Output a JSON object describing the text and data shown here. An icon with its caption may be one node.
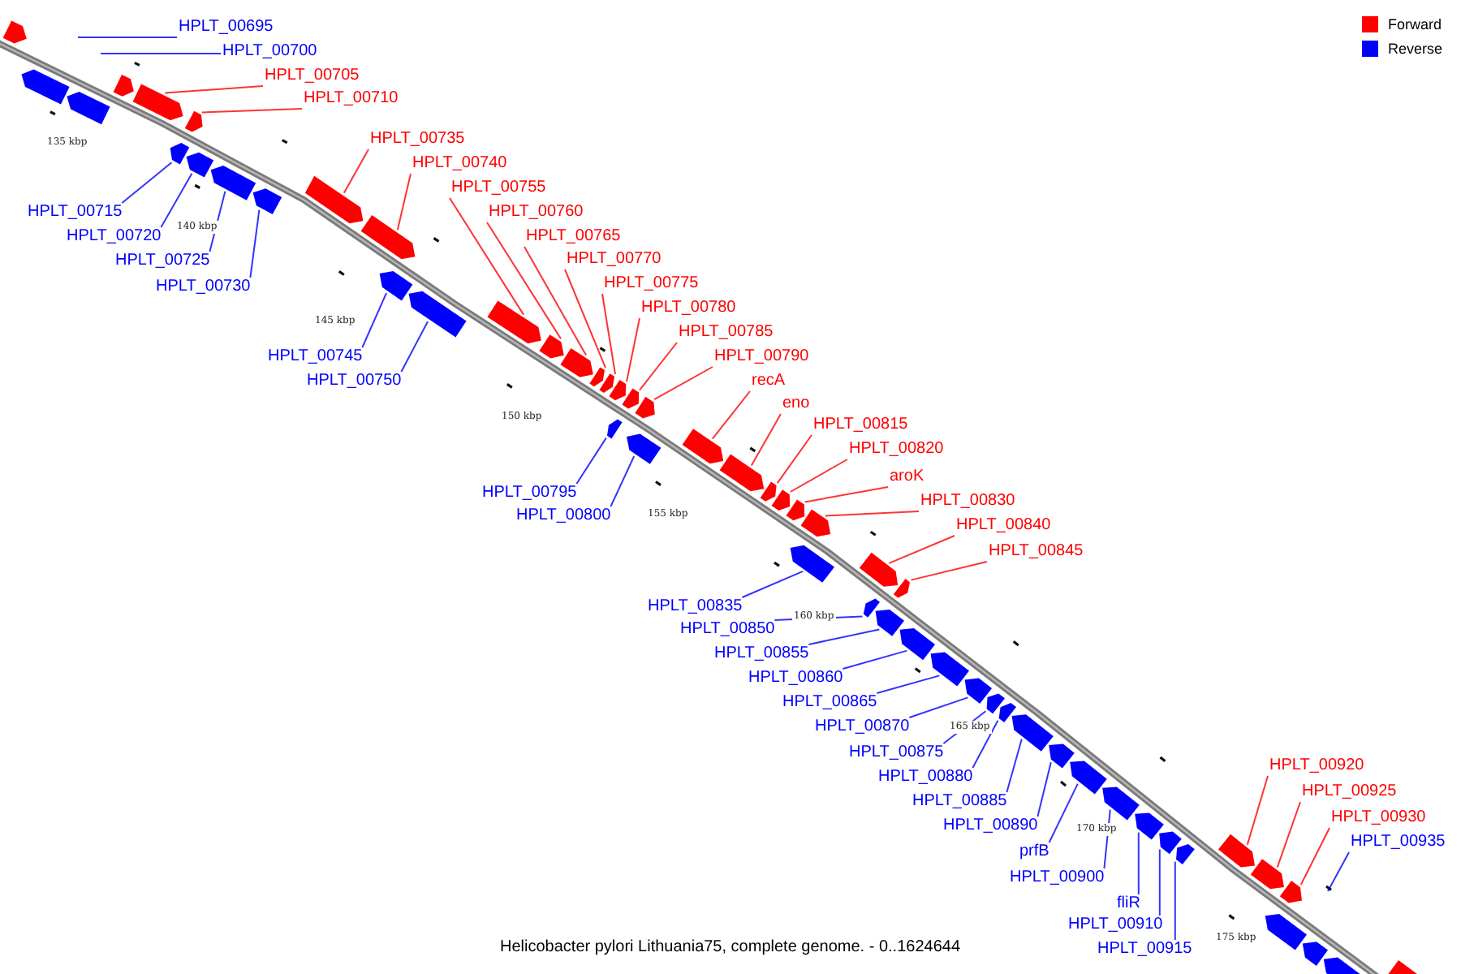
{
  "diagram": {
    "caption": "Helicobacter pylori Lithuania75, complete genome. - 0..1624644",
    "nodes": [
      {
        "text": [
          "HPLT_00695"
        ]
      },
      {
        "text": [
          "HPLT_00700"
        ]
      },
      {
        "text": [
          "HPLT_00705"
        ]
      },
      {
        "text": [
          "HPLT_00710"
        ]
      },
      {
        "text": [
          "HPLT_00735"
        ]
      },
      {
        "text": [
          "HPLT_00740"
        ]
      },
      {
        "text": [
          "HPLT_00755"
        ]
      },
      {
        "text": [
          "HPLT_00715"
        ]
      },
      {
        "text": [
          "HPLT_00760"
        ]
      },
      {
        "text": [
          "HPLT_00720"
        ]
      },
      {
        "text": [
          "HPLT_00765"
        ]
      },
      {
        "text": [
          "HPLT_00725"
        ]
      },
      {
        "text": [
          "HPLT_00770"
        ]
      },
      {
        "text": [
          "HPLT_00775"
        ]
      },
      {
        "text": [
          "HPLT_00730"
        ]
      },
      {
        "text": [
          "HPLT_00780"
        ]
      },
      {
        "text": [
          "HPLT_00785"
        ]
      },
      {
        "text": [
          "HPLT_00745"
        ]
      },
      {
        "text": [
          "HPLT_00790"
        ]
      },
      {
        "text": [
          "HPLT_00750"
        ]
      },
      {
        "text": [
          "recA"
        ]
      },
      {
        "text": [
          "eno"
        ]
      },
      {
        "text": [
          "HPLT_00815"
        ]
      },
      {
        "text": [
          "HPLT_00820"
        ]
      },
      {
        "text": [
          "aroK"
        ]
      },
      {
        "text": [
          "HPLT_00795"
        ]
      },
      {
        "text": [
          "HPLT_00830"
        ]
      },
      {
        "text": [
          "HPLT_00800"
        ]
      },
      {
        "text": [
          "HPLT_00840"
        ]
      },
      {
        "text": [
          "HPLT_00845"
        ]
      },
      {
        "text": [
          "HPLT_00835"
        ]
      },
      {
        "text": [
          "HPLT_00850"
        ]
      },
      {
        "text": [
          "HPLT_00855"
        ]
      },
      {
        "text": [
          "HPLT_00860"
        ]
      },
      {
        "text": [
          "HPLT_00865"
        ]
      },
      {
        "text": [
          "HPLT_00870"
        ]
      },
      {
        "text": [
          "HPLT_00875"
        ]
      },
      {
        "text": [
          "HPLT_00920"
        ]
      },
      {
        "text": [
          "HPLT_00880"
        ]
      },
      {
        "text": [
          "HPLT_00925"
        ]
      },
      {
        "text": [
          "HPLT_00885"
        ]
      },
      {
        "text": [
          "HPLT_00930"
        ]
      },
      {
        "text": [
          "HPLT_00890"
        ]
      },
      {
        "text": [
          "HPLT_00935"
        ]
      },
      {
        "text": [
          "prfB"
        ]
      },
      {
        "text": [
          "HPLT_00900"
        ]
      },
      {
        "text": [
          "fliR"
        ]
      },
      {
        "text": [
          "HPLT_00910"
        ]
      },
      {
        "text": [
          "HPLT_00915"
        ]
      },
      {
        "text": [],
        "shape": "box"
      },
      {
        "text": [],
        "shape": "box"
      },
      {
        "text": [],
        "shape": "box"
      },
      {
        "text": [],
        "shape": "box"
      },
      {
        "text": [],
        "shape": "box"
      },
      {
        "text": [],
        "shape": "box"
      },
      {
        "text": [],
        "shape": "box"
      },
      {
        "text": [],
        "shape": "box"
      },
      {
        "text": [],
        "shape": "box"
      },
      {
        "text": [],
        "shape": "box"
      },
      {
        "text": [],
        "shape": "box"
      },
      {
        "text": [],
        "shape": "box"
      },
      {
        "text": [],
        "shape": "box"
      },
      {
        "text": [],
        "shape": "box"
      },
      {
        "text": [],
        "shape": "box"
      },
      {
        "text": [],
        "shape": "box"
      },
      {
        "text": [],
        "shape": "box"
      },
      {
        "text": [],
        "shape": "box"
      },
      {
        "text": [],
        "shape": "box"
      },
      {
        "text": [],
        "shape": "box"
      },
      {
        "text": [],
        "shape": "box"
      },
      {
        "text": [],
        "shape": "box"
      },
      {
        "text": [],
        "shape": "box"
      },
      {
        "text": [],
        "shape": "box"
      },
      {
        "text": [],
        "shape": "box"
      },
      {
        "text": [],
        "shape": "box"
      },
      {
        "text": [],
        "shape": "box"
      },
      {
        "text": [],
        "shape": "box"
      },
      {
        "text": [],
        "shape": "box"
      },
      {
        "text": [],
        "shape": "box"
      },
      {
        "text": [],
        "shape": "box"
      },
      {
        "text": [],
        "shape": "box"
      },
      {
        "text": [],
        "shape": "box"
      },
      {
        "text": [],
        "shape": "box"
      },
      {
        "text": [],
        "shape": "box"
      },
      {
        "text": [],
        "shape": "box"
      },
      {
        "text": [],
        "shape": "box"
      },
      {
        "text": [],
        "shape": "box"
      },
      {
        "text": [],
        "shape": "box"
      },
      {
        "text": [],
        "shape": "box"
      },
      {
        "text": [],
        "shape": "box"
      },
      {
        "text": [],
        "shape": "box"
      },
      {
        "text": [],
        "shape": "box"
      },
      {
        "text": [],
        "shape": "box"
      },
      {
        "text": [],
        "shape": "box"
      },
      {
        "text": [],
        "shape": "box"
      },
      {
        "text": [],
        "shape": "box"
      },
      {
        "text": [],
        "shape": "box"
      },
      {
        "text": [],
        "shape": "box"
      },
      {
        "text": [],
        "shape": "box"
      },
      {
        "text": [],
        "shape": "box"
      },
      {
        "text": [],
        "shape": "box"
      },
      {
        "text": [],
        "shape": "box"
      },
      {
        "text": [],
        "shape": "box"
      }
    ],
    "edges": [
      {
        "from": 0,
        "to": null,
        "arrow": "none"
      },
      {
        "from": 1,
        "to": null,
        "arrow": "none"
      },
      {
        "from": 2,
        "to": 49,
        "arrow": "none",
        "color": "#ff0000"
      },
      {
        "from": 3,
        "to": 51,
        "arrow": "none",
        "color": "#ff0000"
      },
      {
        "from": 4,
        "to": 55,
        "arrow": "none",
        "color": "#ff0000"
      },
      {
        "from": 5,
        "to": 56,
        "arrow": "none",
        "color": "#ff0000"
      },
      {
        "from": 6,
        "to": 59,
        "arrow": "none",
        "color": "#ff0000"
      },
      {
        "from": 7,
        "to": 50,
        "arrow": "none"
      },
      {
        "from": 8,
        "to": 60,
        "arrow": "none",
        "color": "#ff0000"
      },
      {
        "from": 9,
        "to": 52,
        "arrow": "none"
      },
      {
        "from": 10,
        "to": 61,
        "arrow": "none",
        "color": "#ff0000"
      },
      {
        "from": 11,
        "to": 53,
        "arrow": "none"
      },
      {
        "from": 12,
        "to": 62,
        "arrow": "none",
        "color": "#ff0000"
      },
      {
        "from": 13,
        "to": 63,
        "arrow": "none",
        "color": "#ff0000"
      },
      {
        "from": 14,
        "to": 54,
        "arrow": "none"
      },
      {
        "from": 15,
        "to": 64,
        "arrow": "none",
        "color": "#ff0000"
      },
      {
        "from": 16,
        "to": 66,
        "arrow": "none",
        "color": "#ff0000"
      },
      {
        "from": 17,
        "to": 57,
        "arrow": "none"
      },
      {
        "from": 18,
        "to": 67,
        "arrow": "none",
        "color": "#ff0000"
      },
      {
        "from": 19,
        "to": 58,
        "arrow": "none"
      },
      {
        "from": 20,
        "to": 69,
        "arrow": "none",
        "color": "#ff0000"
      },
      {
        "from": 21,
        "to": 70,
        "arrow": "none",
        "color": "#ff0000"
      },
      {
        "from": 22,
        "to": 71,
        "arrow": "none",
        "color": "#ff0000"
      },
      {
        "from": 23,
        "to": 72,
        "arrow": "none",
        "color": "#ff0000"
      },
      {
        "from": 24,
        "to": 73,
        "arrow": "none",
        "color": "#ff0000"
      },
      {
        "from": 25,
        "to": 65,
        "arrow": "none"
      },
      {
        "from": 26,
        "to": 74,
        "arrow": "none",
        "color": "#ff0000"
      },
      {
        "from": 27,
        "to": 68,
        "arrow": "none"
      },
      {
        "from": 28,
        "to": 76,
        "arrow": "none",
        "color": "#ff0000"
      },
      {
        "from": 29,
        "to": 78,
        "arrow": "none",
        "color": "#ff0000"
      },
      {
        "from": 30,
        "to": 75,
        "arrow": "none"
      },
      {
        "from": 31,
        "to": 77,
        "arrow": "none"
      },
      {
        "from": 32,
        "to": 79,
        "arrow": "none"
      },
      {
        "from": 33,
        "to": 80,
        "arrow": "none"
      },
      {
        "from": 34,
        "to": 81,
        "arrow": "none"
      },
      {
        "from": 35,
        "to": 82,
        "arrow": "none"
      },
      {
        "from": 36,
        "to": 83,
        "arrow": "none"
      },
      {
        "from": 37,
        "to": 92,
        "arrow": "none",
        "color": "#ff0000"
      },
      {
        "from": 38,
        "to": 84,
        "arrow": "none"
      },
      {
        "from": 39,
        "to": 93,
        "arrow": "none",
        "color": "#ff0000"
      },
      {
        "from": 40,
        "to": 85,
        "arrow": "none"
      },
      {
        "from": 41,
        "to": 94,
        "arrow": "none",
        "color": "#ff0000"
      },
      {
        "from": 42,
        "to": 86,
        "arrow": "none"
      },
      {
        "from": 43,
        "to": null,
        "arrow": "none"
      },
      {
        "from": 44,
        "to": 87,
        "arrow": "none"
      },
      {
        "from": 45,
        "to": 88,
        "arrow": "none"
      },
      {
        "from": 46,
        "to": 89,
        "arrow": "none"
      },
      {
        "from": 47,
        "to": 90,
        "arrow": "none"
      },
      {
        "from": 48,
        "to": 91,
        "arrow": "none"
      }
    ],
    "labels": [
      "135 kbp",
      "140 kbp",
      "145 kbp",
      "150 kbp",
      "155 kbp",
      "160 kbp",
      "165 kbp",
      "170 kbp",
      "175 kbp"
    ],
    "legend": [
      {
        "text": "Forward",
        "color": "#ff0000"
      },
      {
        "text": "Reverse",
        "color": "#0000ff"
      }
    ]
  }
}
